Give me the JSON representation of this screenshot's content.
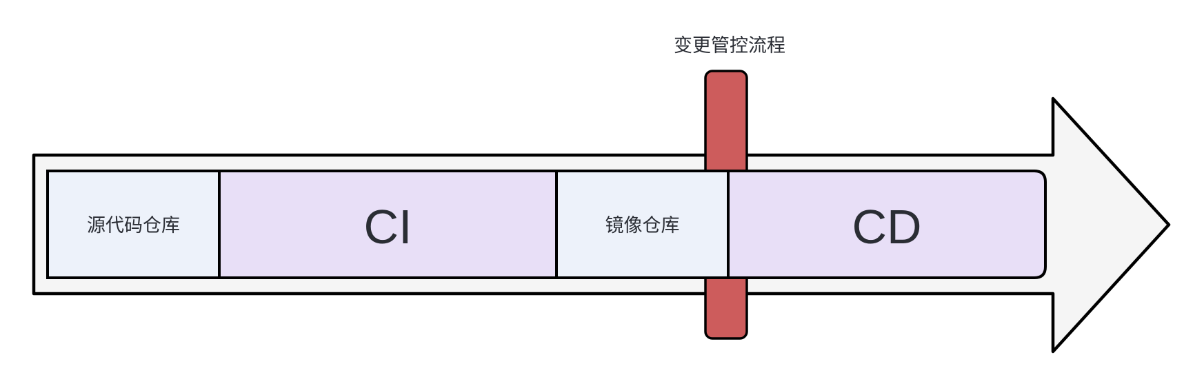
{
  "diagram": {
    "annotation": {
      "label": "变更管控流程"
    },
    "stages": [
      {
        "label": "源代码仓库",
        "kind": "repository"
      },
      {
        "label": "CI",
        "kind": "process"
      },
      {
        "label": "镜像仓库",
        "kind": "repository"
      },
      {
        "label": "CD",
        "kind": "process"
      }
    ],
    "colors": {
      "arrow_fill": "#F5F5F5",
      "outline": "#000000",
      "gate_fill": "#CD5C5C",
      "repository_fill": "#EDF2FA",
      "process_fill": "#E8DFF7",
      "text": "#2A2D34"
    }
  }
}
